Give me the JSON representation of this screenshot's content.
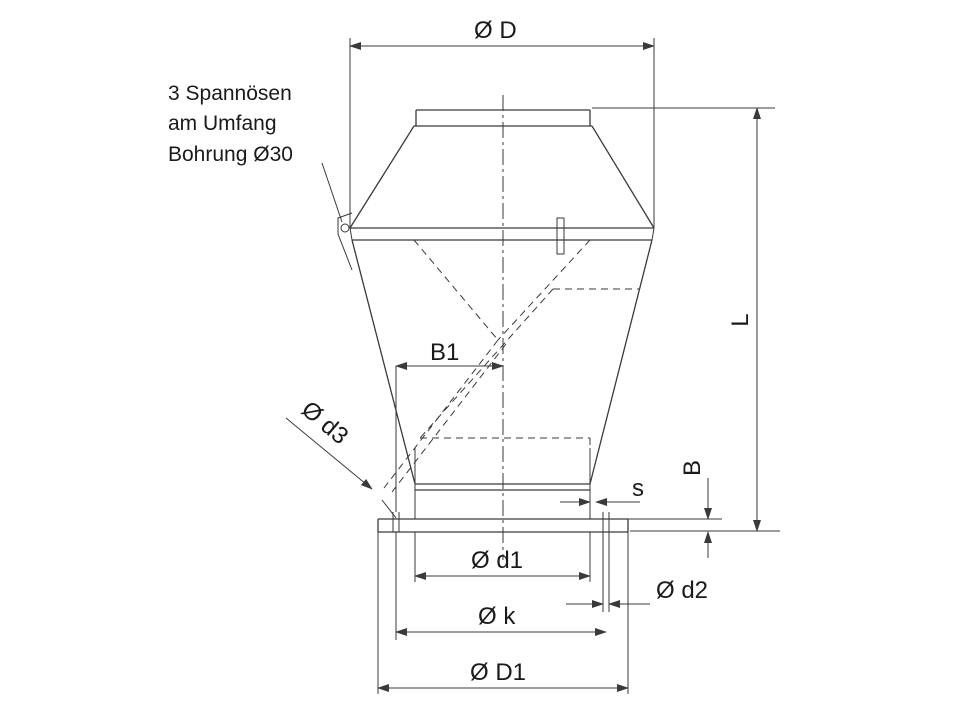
{
  "note": {
    "line1": "3 Spannösen",
    "line2": "am Umfang",
    "line3": "Bohrung Ø30"
  },
  "dimensions": {
    "D": "Ø D",
    "L": "L",
    "B1": "B1",
    "d3": "Ø d3",
    "B": "B",
    "s": "s",
    "d1": "Ø d1",
    "d2": "Ø d2",
    "k": "Ø k",
    "D1": "Ø D1"
  }
}
